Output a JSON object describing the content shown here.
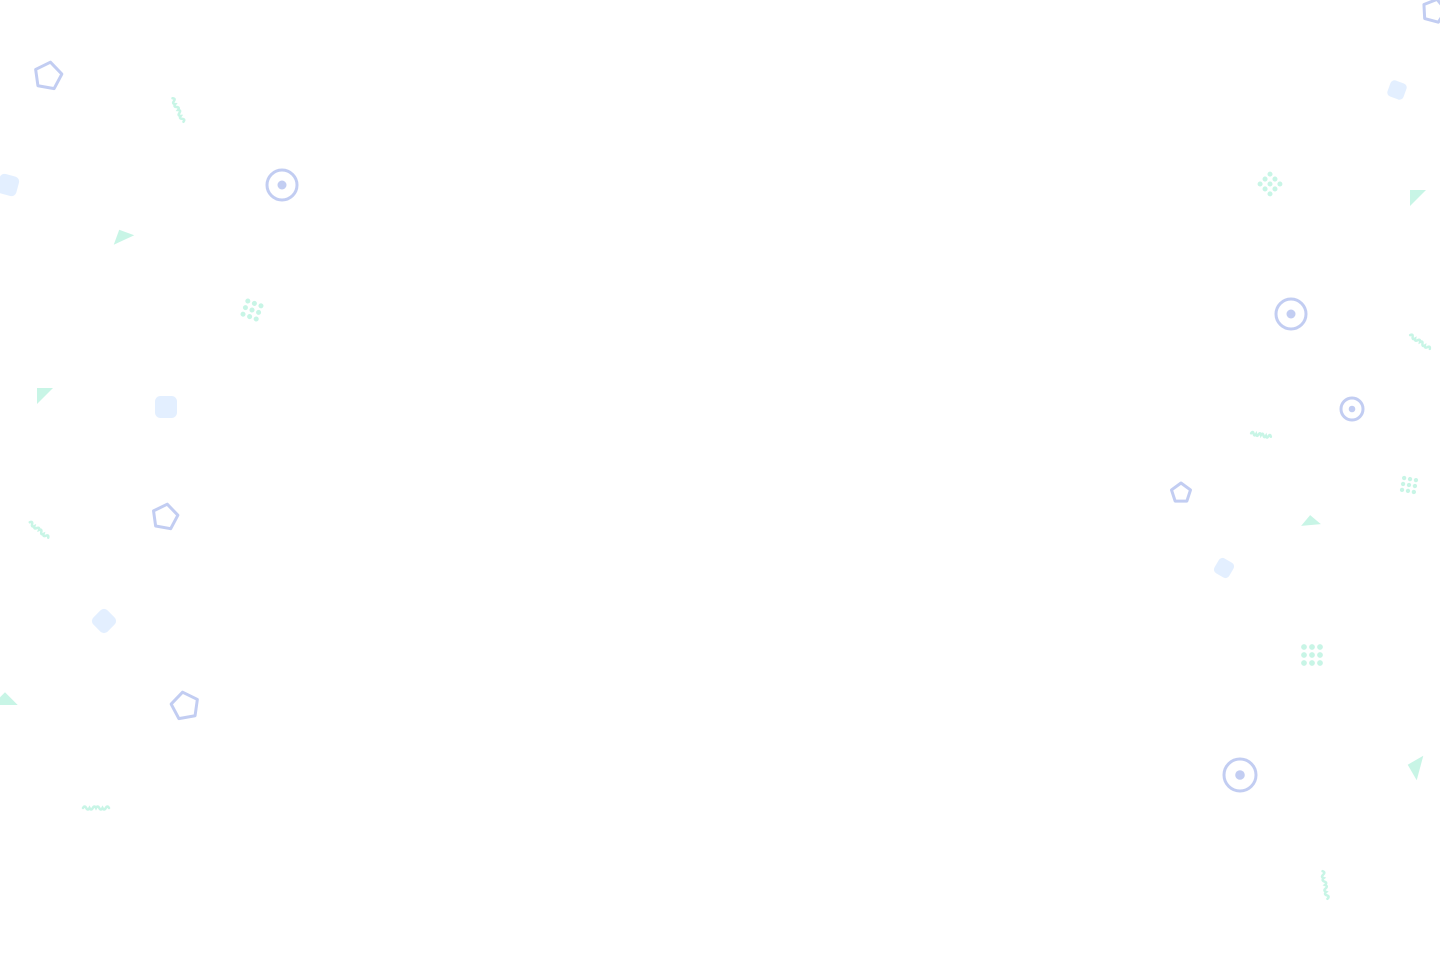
{
  "page": {
    "background_color": "#ffffff"
  },
  "decoration": {
    "palette": {
      "blue_outline": "#c2cdf2",
      "blue_fill": "#e3efff",
      "mint": "#c8f5e6"
    },
    "shape_kinds": [
      "pentagon-outline",
      "target-ring",
      "rounded-square",
      "triangle",
      "squiggle",
      "dot-grid"
    ]
  }
}
